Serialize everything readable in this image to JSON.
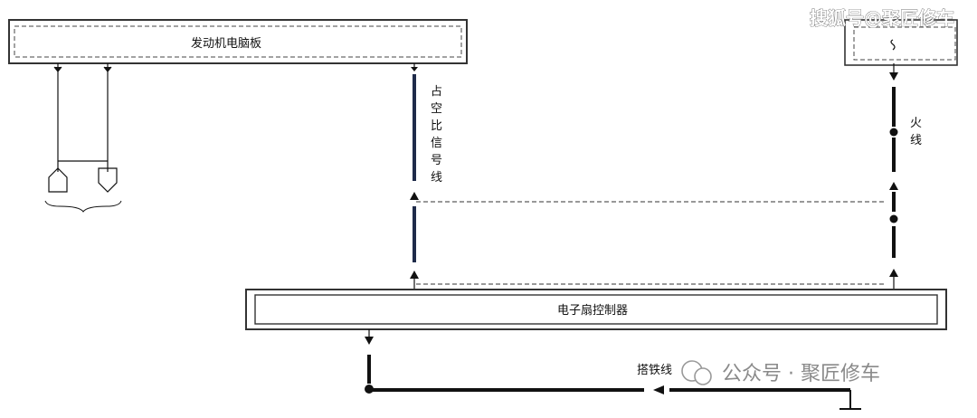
{
  "title": "",
  "watermark_top": "搜狐号@聚匠修车",
  "watermark_bottom": "公众号 · 聚匠修车",
  "components": {
    "ecu": "发动机电脑板",
    "fan_controller": "电子扇控制器"
  },
  "wires": {
    "duty_signal": [
      "占",
      "空",
      "比",
      "信",
      "号",
      "线"
    ],
    "live": [
      "火",
      "线"
    ],
    "ground": "搭铁线"
  },
  "colors": {
    "line": "#111111",
    "signal_wire": "#1f2b4a",
    "dashed": "#333333"
  }
}
